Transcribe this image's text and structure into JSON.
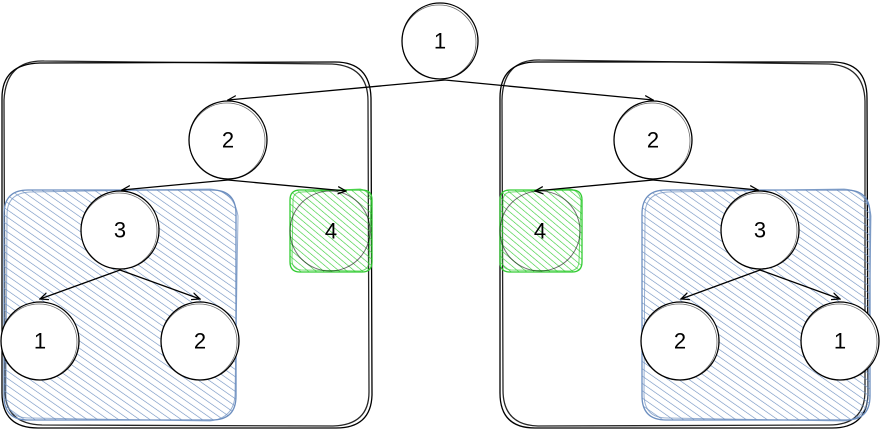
{
  "diagram": {
    "root": {
      "label": "1"
    },
    "left_subtree": {
      "node_2": {
        "label": "2"
      },
      "node_3": {
        "label": "3"
      },
      "node_4": {
        "label": "4"
      },
      "leaf_a": {
        "label": "1"
      },
      "leaf_b": {
        "label": "2"
      }
    },
    "right_subtree": {
      "node_2": {
        "label": "2"
      },
      "node_3": {
        "label": "3"
      },
      "node_4": {
        "label": "4"
      },
      "leaf_a": {
        "label": "2"
      },
      "leaf_b": {
        "label": "1"
      }
    }
  },
  "colors": {
    "blue_hatch": "#6c8ebf",
    "blue_stroke": "#6c8ebf",
    "green_hatch": "#33cc33",
    "green_stroke": "#33cc33",
    "line": "#000000",
    "node_fill": "#ffffff"
  }
}
